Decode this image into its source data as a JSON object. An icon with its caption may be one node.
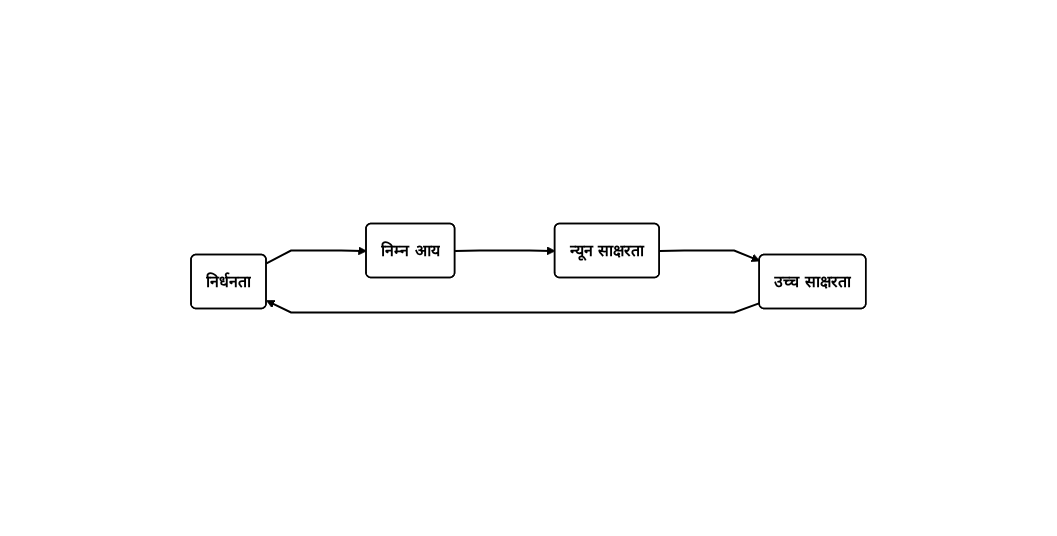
{
  "diagram": {
    "nodes": [
      {
        "text": [
          "निर्धनता"
        ]
      },
      {
        "text": [
          "निम्न आय"
        ]
      },
      {
        "text": [
          "न्यून साक्षरता"
        ]
      },
      {
        "text": [
          "उच्च साक्षरता"
        ]
      }
    ],
    "edges": [
      {
        "from": 0,
        "to": 1,
        "arrow": "to"
      },
      {
        "from": 1,
        "to": 2,
        "arrow": "to"
      },
      {
        "from": 2,
        "to": 3,
        "arrow": "to"
      },
      {
        "from": 3,
        "to": 0,
        "arrow": "to"
      }
    ]
  }
}
